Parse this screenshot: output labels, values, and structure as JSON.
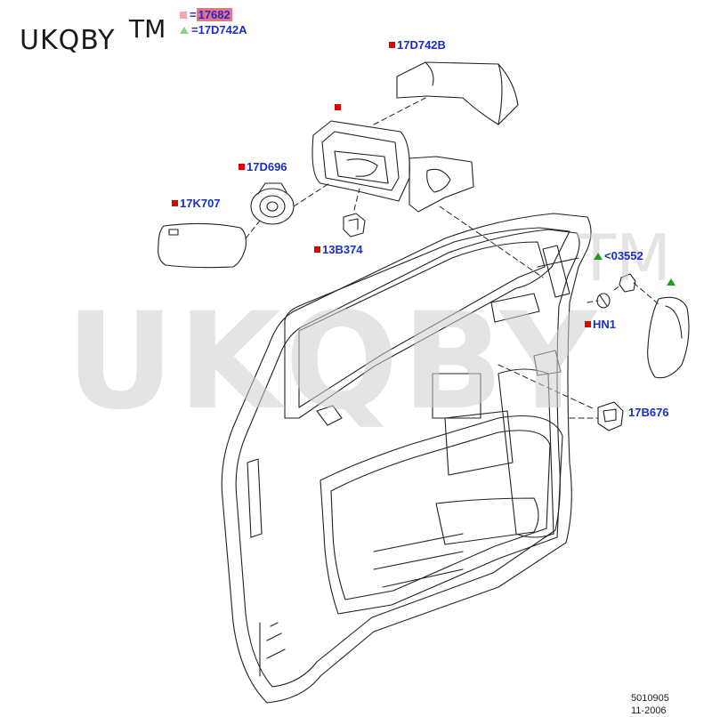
{
  "brand": {
    "name": "UKQBY",
    "tm": "TM"
  },
  "legend": [
    {
      "symbol": "square",
      "color": "#f5a6b0",
      "text": "17682",
      "highlight": "#e8728a"
    },
    {
      "symbol": "triangle",
      "color": "#8fd08f",
      "text": "17D742A"
    }
  ],
  "watermark": {
    "text": "UKQBY",
    "tm": "TM"
  },
  "parts": [
    {
      "id": "17D742B",
      "marker": "square"
    },
    {
      "id": "17682-marker",
      "marker": "square",
      "text": ""
    },
    {
      "id": "17D696",
      "marker": "square"
    },
    {
      "id": "17K707",
      "marker": "square"
    },
    {
      "id": "13B374",
      "marker": "square"
    },
    {
      "id": "<03552",
      "marker": "triangle"
    },
    {
      "id": "HN1",
      "marker": "square"
    },
    {
      "id": "17B676",
      "marker": "none"
    },
    {
      "id": "cap-marker",
      "marker": "triangle",
      "text": ""
    }
  ],
  "doc": {
    "number": "5010905",
    "date": "11-2006"
  }
}
